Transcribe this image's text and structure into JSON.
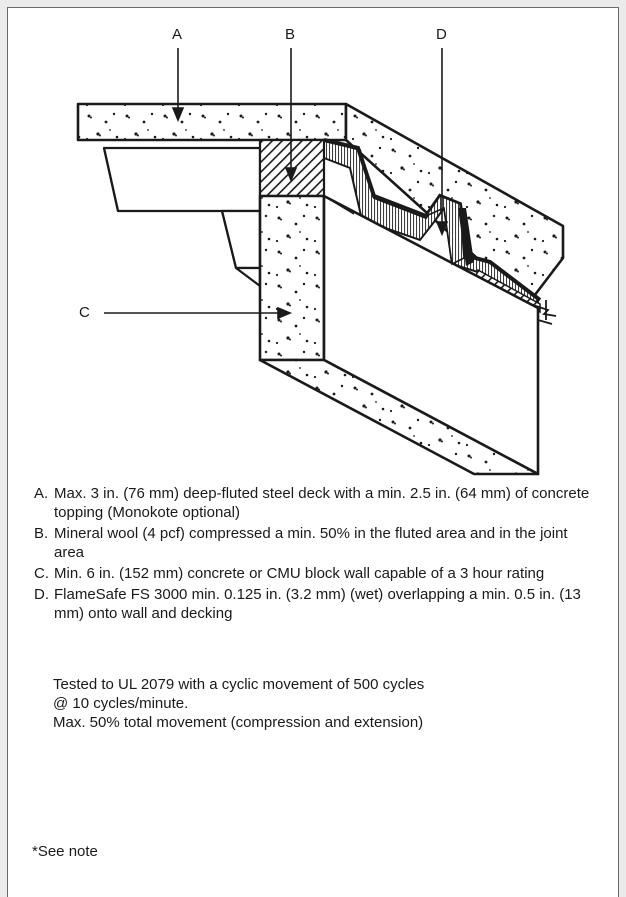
{
  "callouts": {
    "a": "A",
    "b": "B",
    "c": "C",
    "d": "D"
  },
  "notes": [
    {
      "letter": "A.",
      "text": "Max. 3 in. (76 mm) deep-fluted steel deck with a min. 2.5 in. (64 mm) of concrete topping (Monokote optional)"
    },
    {
      "letter": "B.",
      "text": "Mineral wool (4 pcf) compressed a min. 50% in the fluted area and in the joint area"
    },
    {
      "letter": "C.",
      "text": "Min. 6 in. (152 mm) concrete or CMU block wall capable of a 3 hour rating"
    },
    {
      "letter": "D.",
      "text": "FlameSafe FS 3000 min. 0.125 in. (3.2 mm) (wet) overlapping a min. 0.5 in. (13 mm) onto wall and decking"
    }
  ],
  "test": {
    "line1": "Tested to UL 2079 with a cyclic movement of 500 cycles",
    "line2": "@ 10 cycles/minute.",
    "line3": "Max. 50% total movement (compression and extension)"
  },
  "footnote": "*See note",
  "colors": {
    "ink": "#1a1a1a",
    "page": "#ffffff",
    "frame": "#ebebeb"
  }
}
